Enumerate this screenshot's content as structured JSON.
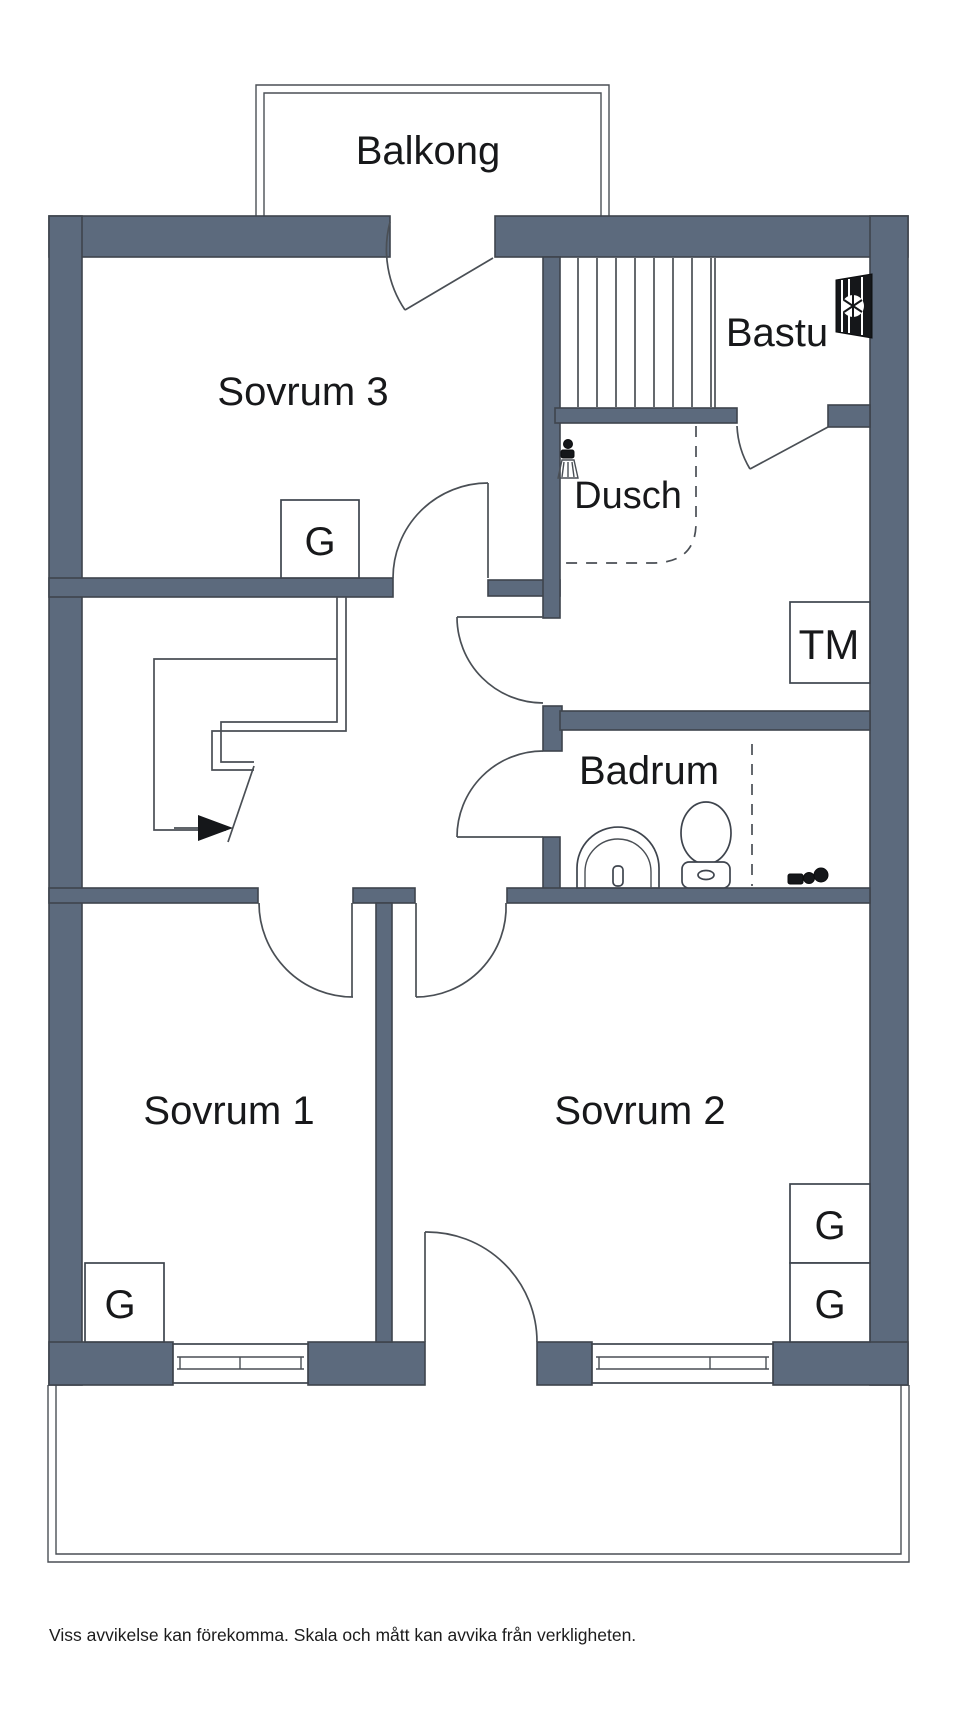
{
  "floorplan": {
    "caption": "Viss avvikelse kan förekomma. Skala och mått kan avvika från verkligheten.",
    "rooms": {
      "balcony": "Balkong",
      "bedroom3": "Sovrum 3",
      "sauna": "Bastu",
      "shower": "Dusch",
      "bathroom": "Badrum",
      "bedroom1": "Sovrum 1",
      "bedroom2": "Sovrum 2"
    },
    "fixtures": {
      "wardrobe": "G",
      "washing_machine": "TM"
    },
    "colors": {
      "wall": "#5c6a7d",
      "line": "#4a4f55",
      "text": "#17181a",
      "background": "#ffffff"
    }
  }
}
